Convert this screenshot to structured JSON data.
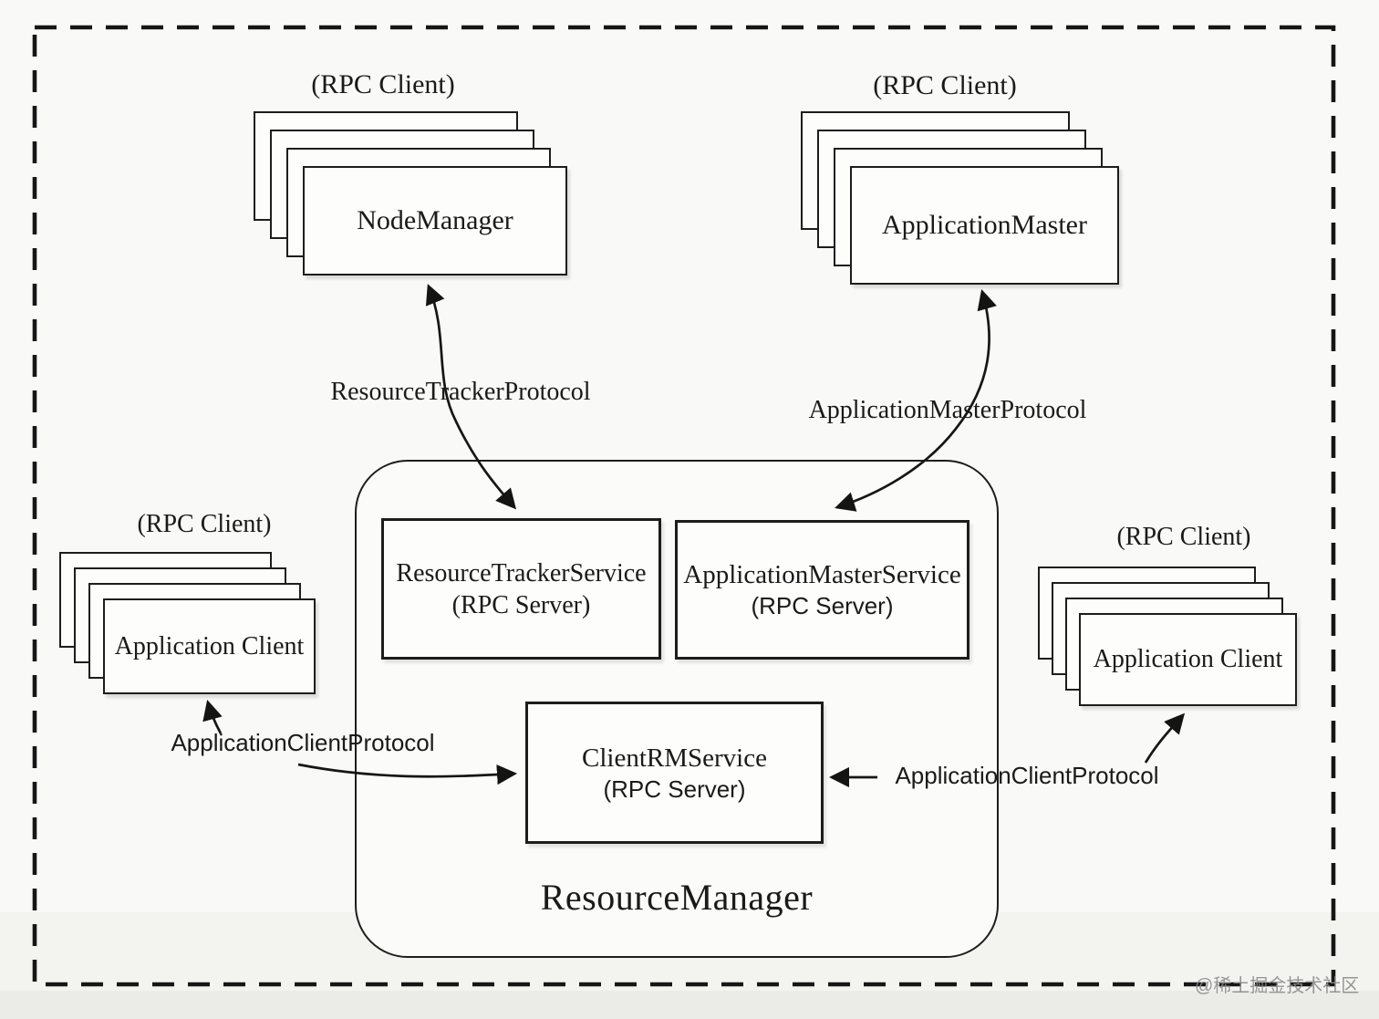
{
  "diagram": {
    "watermark": "@稀土掘金技术社区"
  },
  "colors": {
    "ink": "#1d1d1d",
    "paper": "#f9f9f7",
    "watermark_gray": "#8b8b8b"
  },
  "stacks": {
    "nodemanager": {
      "rpc_label": "(RPC Client)",
      "title": "NodeManager"
    },
    "application_master": {
      "rpc_label": "(RPC Client)",
      "title": "ApplicationMaster"
    },
    "application_client_left": {
      "rpc_label": "(RPC Client)",
      "title": "Application Client"
    },
    "application_client_right": {
      "rpc_label": "(RPC Client)",
      "title": "Application Client"
    }
  },
  "resource_manager": {
    "label": "ResourceManager",
    "services": {
      "resource_tracker": {
        "title": "ResourceTrackerService",
        "subtitle": "(RPC Server)"
      },
      "application_master": {
        "title": "ApplicationMasterService",
        "subtitle": "(RPC Server)"
      },
      "client_rm": {
        "title": "ClientRMService",
        "subtitle": "(RPC Server)"
      }
    }
  },
  "protocol_labels": {
    "resource_tracker": "ResourceTrackerProtocol",
    "application_master": "ApplicationMasterProtocol",
    "application_client_left": "ApplicationClientProtocol",
    "application_client_right": "ApplicationClientProtocol"
  }
}
